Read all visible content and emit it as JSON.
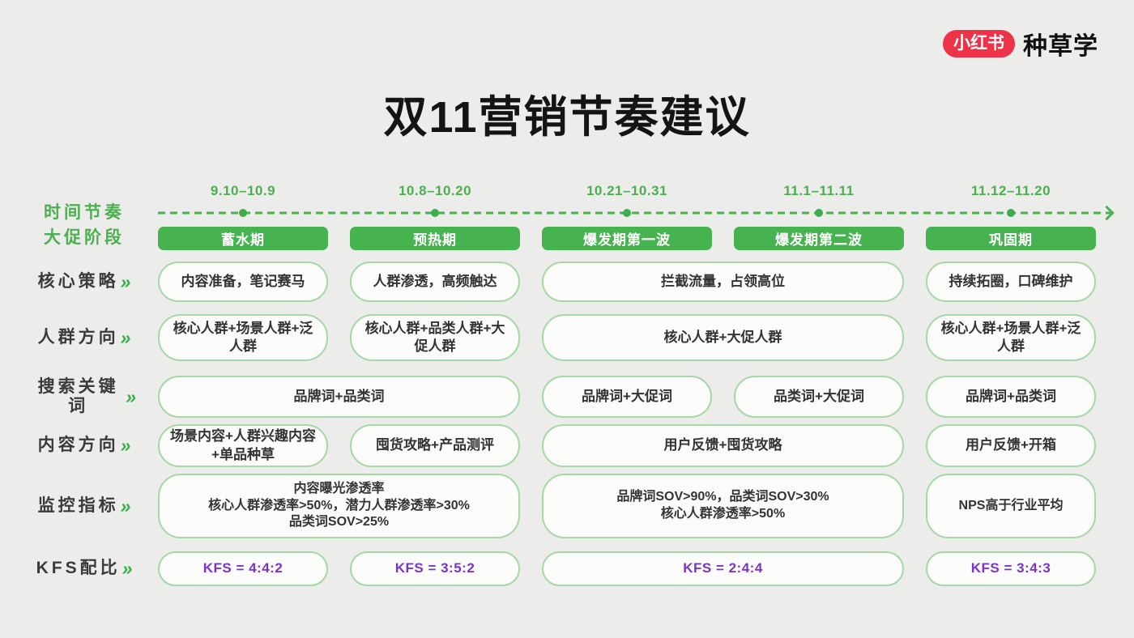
{
  "logo": {
    "badge_label": "小红书",
    "brand_label": "种草学"
  },
  "title": "双11营销节奏建议",
  "icons": {
    "double_chevron": "»"
  },
  "row_labels": {
    "timeline": "时间节奏",
    "phase": "大促阶段",
    "core": "核心策略",
    "audience": "人群方向",
    "search": "搜索关键词",
    "content": "内容方向",
    "metrics": "监控指标",
    "kfs": "KFS配比"
  },
  "dates": [
    "9.10–10.9",
    "10.8–10.20",
    "10.21–10.31",
    "11.1–11.11",
    "11.12–11.20"
  ],
  "phases": [
    "蓄水期",
    "预热期",
    "爆发期第一波",
    "爆发期第二波",
    "巩固期"
  ],
  "cells": {
    "core": [
      "内容准备，笔记赛马",
      "人群渗透，高频触达",
      "拦截流量，占领高位",
      "持续拓圈，口碑维护"
    ],
    "audience": [
      "核心人群+场景人群+泛人群",
      "核心人群+品类人群+大促人群",
      "核心人群+大促人群",
      "核心人群+场景人群+泛人群"
    ],
    "search": [
      "品牌词+品类词",
      "品牌词+大促词",
      "品类词+大促词",
      "品牌词+品类词"
    ],
    "content": [
      "场景内容+人群兴趣内容+单品种草",
      "囤货攻略+产品测评",
      "用户反馈+囤货攻略",
      "用户反馈+开箱"
    ],
    "metrics": [
      "内容曝光渗透率\n核心人群渗透率>50%，潜力人群渗透率>30%\n品类词SOV>25%",
      "品牌词SOV>90%，品类词SOV>30%\n核心人群渗透率>50%",
      "NPS高于行业平均"
    ],
    "kfs": [
      "KFS = 4:4:2",
      "KFS = 3:5:2",
      "KFS = 2:4:4",
      "KFS = 3:4:3"
    ]
  },
  "colors": {
    "background": "#ECECEB",
    "accent_green": "#4CAF50",
    "phase_green": "#47B350",
    "pill_border_green": "#A6D7A6",
    "kfs_purple": "#7A35C8",
    "logo_red": "#EE3348",
    "text_dark": "#333333"
  }
}
